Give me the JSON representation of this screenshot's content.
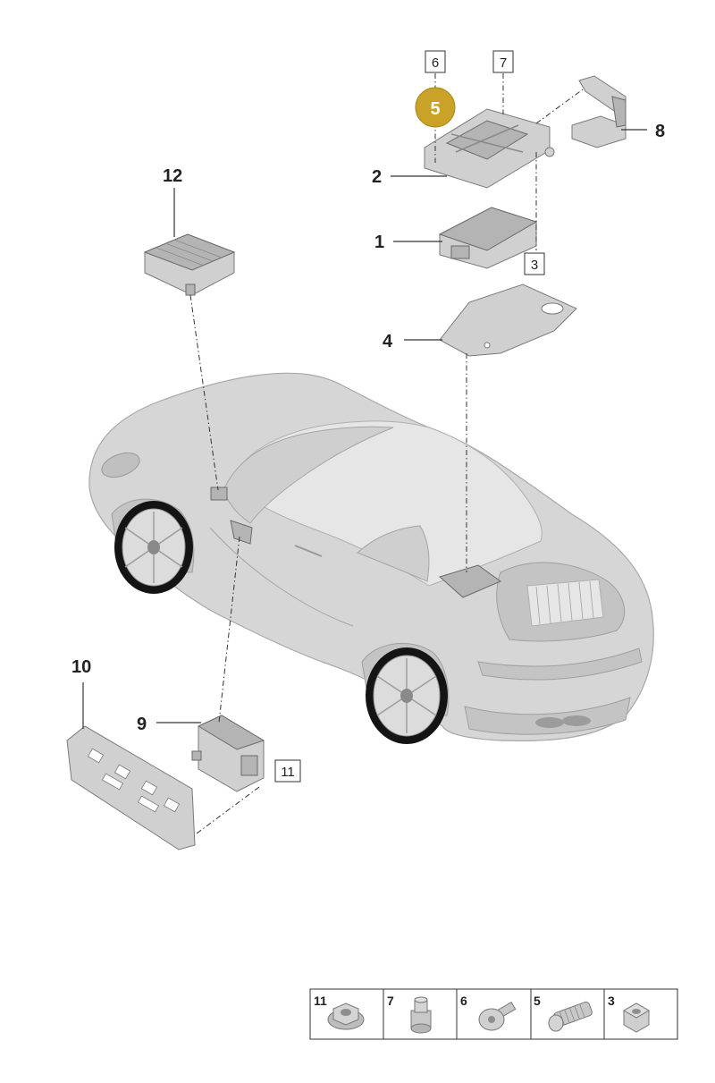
{
  "callouts": {
    "n1": "1",
    "n2": "2",
    "n4": "4",
    "n8": "8",
    "n9": "9",
    "n10": "10",
    "n12": "12"
  },
  "boxed_refs": {
    "b3": "3",
    "b6": "6",
    "b7": "7",
    "b11": "11"
  },
  "highlight": {
    "label": "5",
    "color": "#c9a227"
  },
  "fastener_table": [
    {
      "number": "11",
      "icon": "hex-flange-nut-icon"
    },
    {
      "number": "7",
      "icon": "spacer-sleeve-icon"
    },
    {
      "number": "6",
      "icon": "pan-head-screw-icon"
    },
    {
      "number": "5",
      "icon": "threaded-stud-icon"
    },
    {
      "number": "3",
      "icon": "hex-nut-icon"
    }
  ]
}
